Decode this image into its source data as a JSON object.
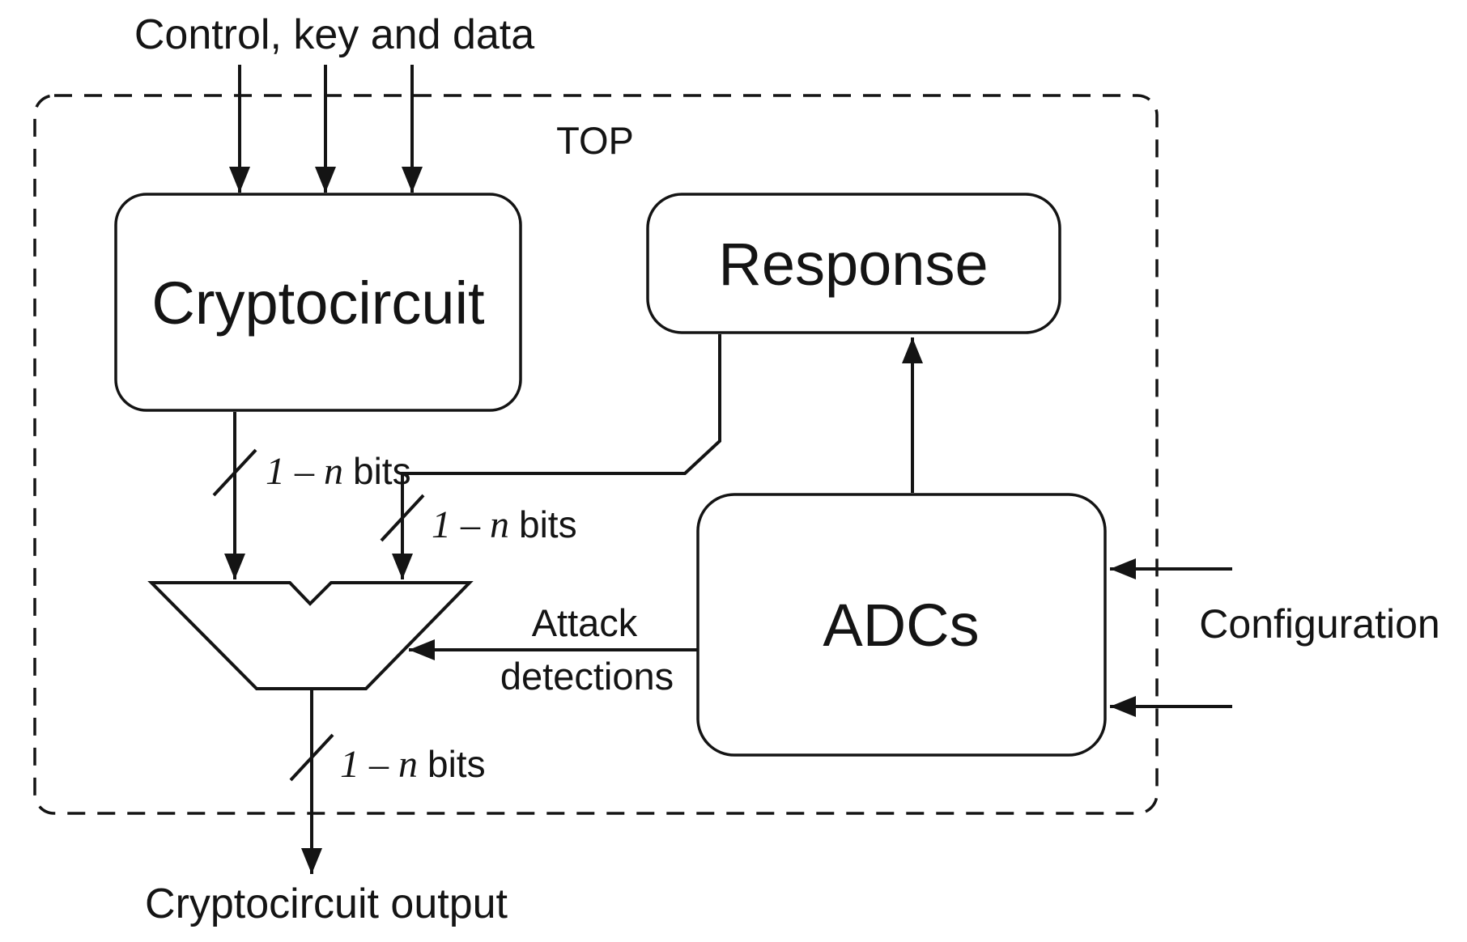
{
  "labels": {
    "control_inputs": "Control, key and data",
    "boundary": "TOP",
    "attack_line1": "Attack",
    "attack_line2": "detections",
    "configuration": "Configuration",
    "output": "Cryptocircuit output"
  },
  "nodes": {
    "cryptocircuit": "Cryptocircuit",
    "response": "Response",
    "adcs": "ADCs"
  },
  "bus": {
    "spec": "1 – n",
    "unit": "bits"
  },
  "colors": {
    "ink": "#141414",
    "background": "#ffffff"
  }
}
